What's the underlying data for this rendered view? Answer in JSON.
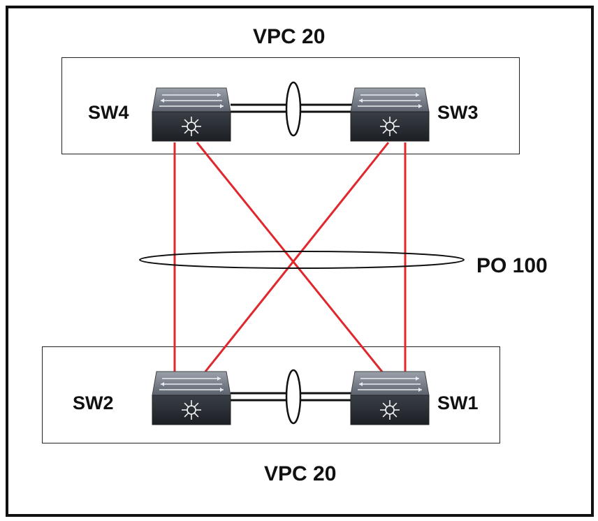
{
  "diagram": {
    "top_group": {
      "title": "VPC 20"
    },
    "bottom_group": {
      "title": "VPC 20"
    },
    "port_channel": {
      "label": "PO 100"
    },
    "switches": [
      {
        "id": "sw4",
        "label": "SW4"
      },
      {
        "id": "sw3",
        "label": "SW3"
      },
      {
        "id": "sw2",
        "label": "SW2"
      },
      {
        "id": "sw1",
        "label": "SW1"
      }
    ],
    "colors": {
      "link_red": "#e0282c",
      "switch_top": "#6e7580",
      "switch_body": "#2b2f36",
      "peer_link": "#111111"
    },
    "links": [
      {
        "from": "SW4",
        "to": "SW2"
      },
      {
        "from": "SW4",
        "to": "SW1"
      },
      {
        "from": "SW3",
        "to": "SW2"
      },
      {
        "from": "SW3",
        "to": "SW1"
      },
      {
        "from": "SW4",
        "to": "SW3"
      },
      {
        "from": "SW2",
        "to": "SW1"
      }
    ]
  }
}
